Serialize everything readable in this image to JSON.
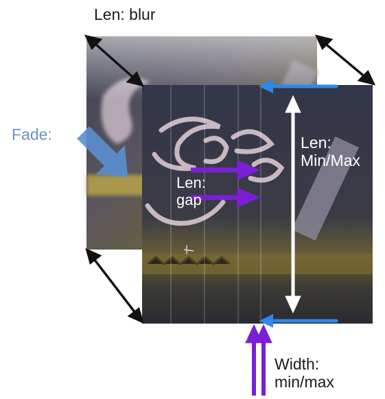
{
  "labels": {
    "blur": "Len: blur",
    "fade": "Fade:",
    "gap_line1": "Len:",
    "gap_line2": "gap",
    "minmax_line1": "Len:",
    "minmax_line2": "Min/Max",
    "width_line1": "Width:",
    "width_line2": "min/max"
  },
  "colors": {
    "label_dark": "#1a1a1a",
    "fade_label": "#6f8fc7",
    "fade_arrow": "#5b8fd1",
    "blue_arrow": "#2f88e8",
    "purple_arrow": "#7a1fd6",
    "white_arrow": "#ffffff",
    "black_arrow": "#111111"
  }
}
